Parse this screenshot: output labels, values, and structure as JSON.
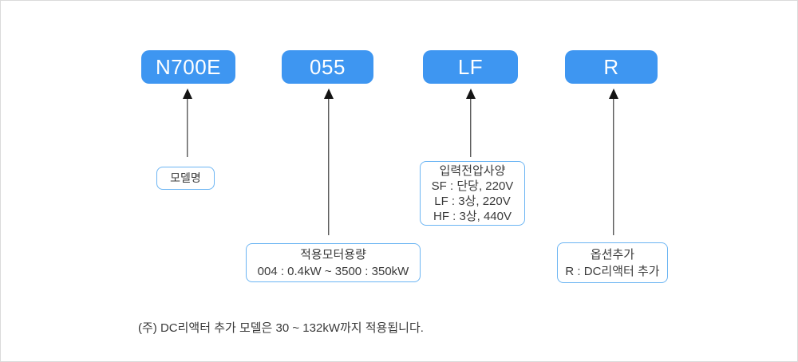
{
  "diagram": {
    "title_hint": "N700E inverter model naming code diagram",
    "segments": [
      {
        "code": "N700E",
        "label_title": "모델명",
        "label_lines": []
      },
      {
        "code": "055",
        "label_title": "적용모터용량",
        "label_lines": [
          "004 : 0.4kW ~ 3500 : 350kW"
        ]
      },
      {
        "code": "LF",
        "label_title": "입력전압사양",
        "label_lines": [
          "SF : 단당, 220V",
          "LF : 3상, 220V",
          "HF : 3상, 440V"
        ]
      },
      {
        "code": "R",
        "label_title": "옵션추가",
        "label_lines": [
          "R : DC리액터 추가"
        ]
      }
    ],
    "footnote": "(주) DC리액터 추가 모델은 30 ~ 132kW까지 적용됩니다.",
    "colors": {
      "code_box_bg": "#3e96f1",
      "code_box_text": "#ffffff",
      "label_border": "#6cb5f3",
      "text": "#3a3a3a",
      "arrow": "#141414",
      "page_border": "#dadada"
    }
  }
}
